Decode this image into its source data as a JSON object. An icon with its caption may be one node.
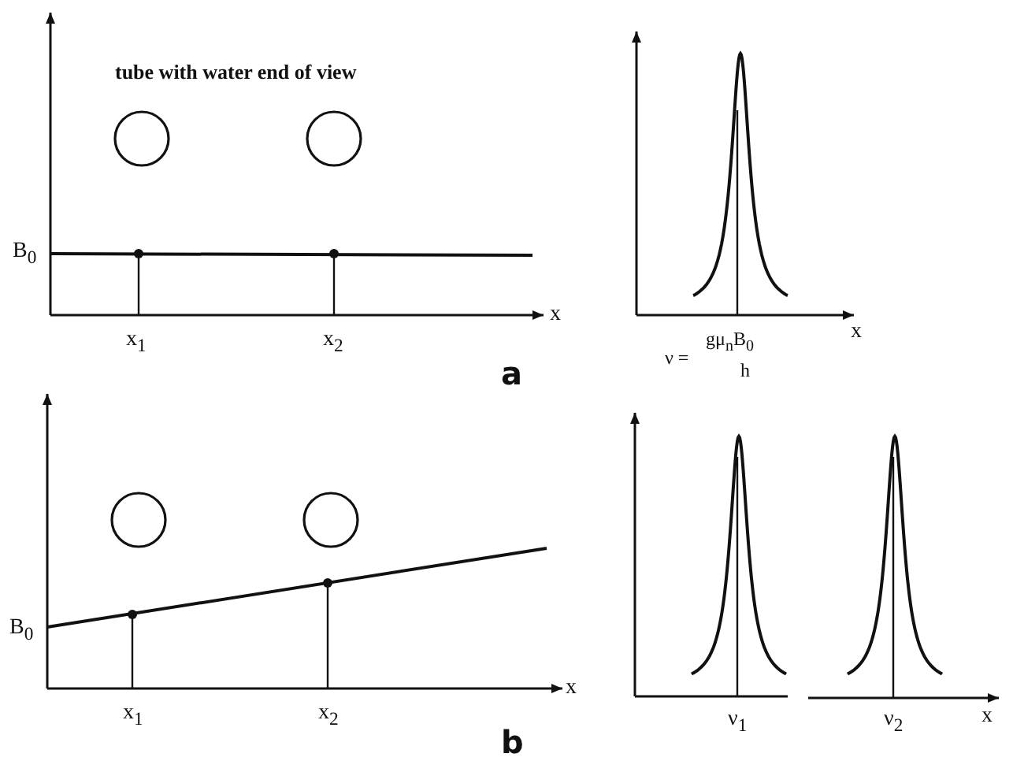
{
  "diagram": {
    "labels": [
      "tube with water end of view",
      "B$_{0}$",
      "x$_{1}$",
      "x$_{2}$",
      "x",
      "x",
      "ν =",
      "gμ$_{n}$B$_{0}$",
      "h",
      "a",
      "B$_{0}$",
      "x$_{1}$",
      "x$_{2}$",
      "x",
      "ν$_{1}$",
      "ν$_{2}$",
      "x",
      "b"
    ]
  }
}
